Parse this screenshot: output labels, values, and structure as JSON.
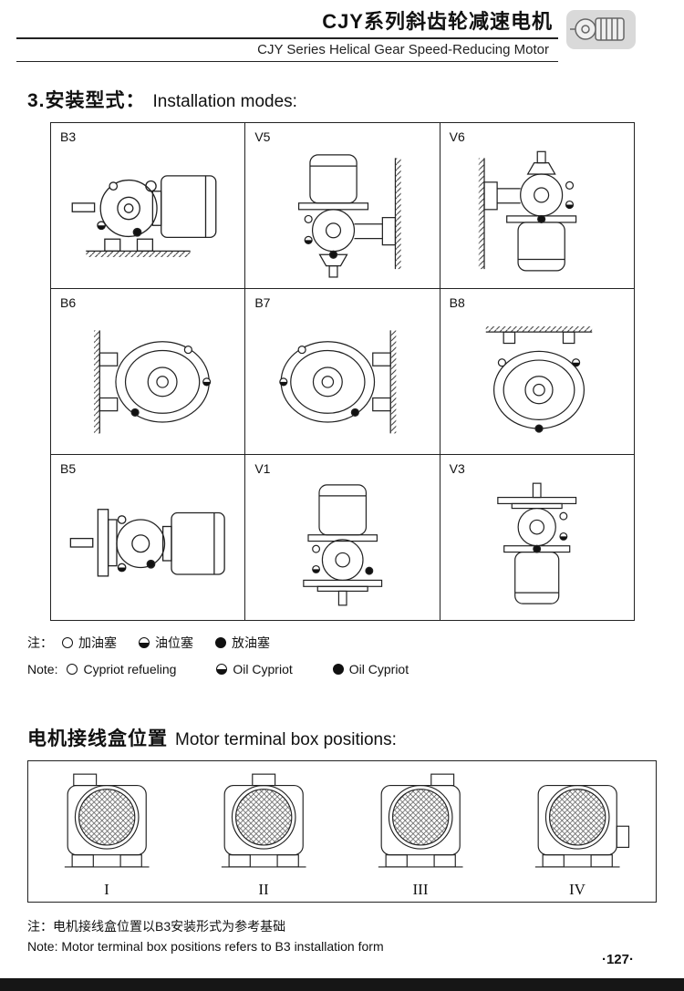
{
  "header": {
    "title_cn": "CJY系列斜齿轮减速电机",
    "subtitle_en": "CJY Series Helical Gear Speed-Reducing Motor"
  },
  "installation": {
    "heading_cn": "3.安装型式：",
    "heading_en": "Installation modes:",
    "cells": [
      {
        "label": "B3"
      },
      {
        "label": "V5"
      },
      {
        "label": "V6"
      },
      {
        "label": "B6"
      },
      {
        "label": "B7"
      },
      {
        "label": "B8"
      },
      {
        "label": "B5"
      },
      {
        "label": "V1"
      },
      {
        "label": "V3"
      }
    ],
    "legend": {
      "cn_prefix": "注：",
      "cn_items": [
        "加油塞",
        "油位塞",
        "放油塞"
      ],
      "en_prefix": "Note:",
      "en_items": [
        "Cypriot refueling",
        "Oil Cypriot",
        "Oil Cypriot"
      ]
    },
    "icons": {
      "open_plug": "○",
      "level_plug": "◐",
      "drain_plug": "●"
    }
  },
  "terminal": {
    "heading_cn": "电机接线盒位置",
    "heading_en": "Motor terminal box positions:",
    "positions": [
      {
        "label": "I"
      },
      {
        "label": "II"
      },
      {
        "label": "III"
      },
      {
        "label": "IV"
      }
    ],
    "note_cn": "注：电机接线盒位置以B3安装形式为参考基础",
    "note_en": "Note: Motor terminal box positions refers to B3 installation form"
  },
  "footer": {
    "page_number": "·127·"
  }
}
